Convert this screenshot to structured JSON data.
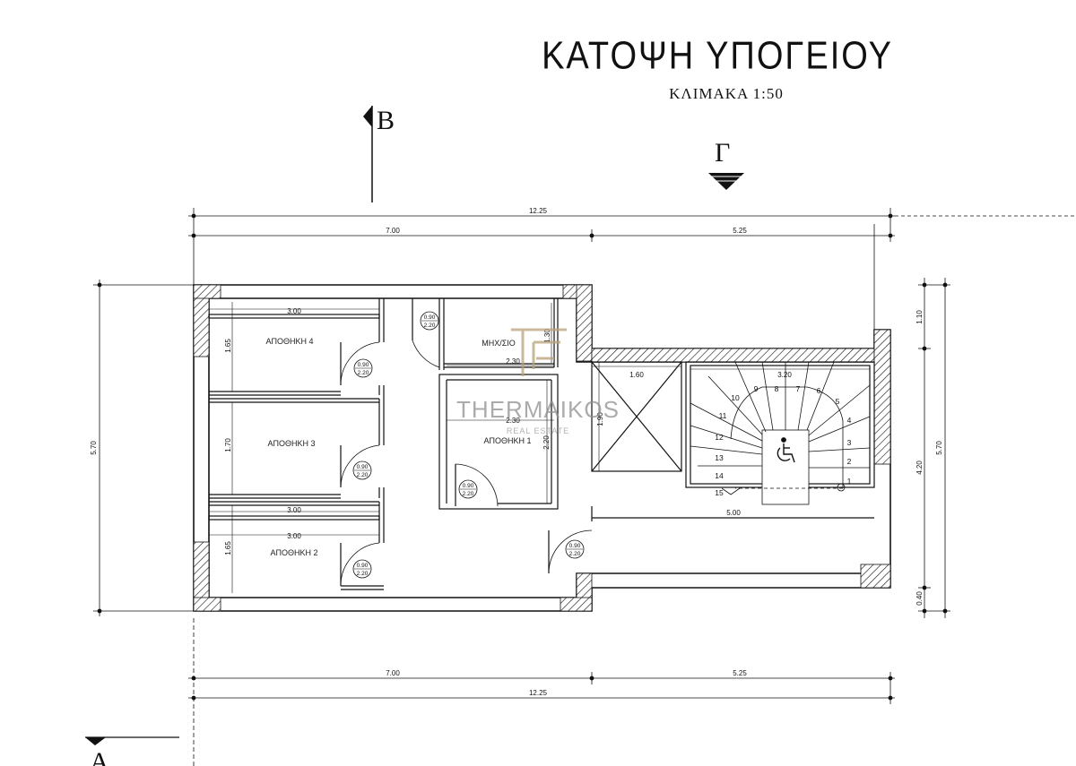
{
  "header": {
    "title": "ΚΑΤΟΨΗ ΥΠΟΓΕΙΟΥ",
    "scale": "ΚΛΙΜΑΚΑ 1:50"
  },
  "section_marks": {
    "b": "Β",
    "g": "Γ",
    "a": "Α"
  },
  "dimensions": {
    "top_total": "12.25",
    "top_left": "7.00",
    "top_right": "5.25",
    "bottom_total": "12.25",
    "bottom_left": "7.00",
    "bottom_right": "5.25",
    "left_height": "5.70",
    "right_height": "5.70",
    "right_seg_top": "1.10",
    "right_seg_mid": "4.20",
    "right_seg_bottom": "0.40",
    "store4_width": "3.00",
    "store4_height": "1.65",
    "store3_height": "1.70",
    "store2_width_a": "3.00",
    "store2_width_b": "3.00",
    "store2_height": "1.65",
    "mech_height": "1.30",
    "mech_width": "2.30",
    "store1_width": "2.30",
    "store1_height": "2.20",
    "landing_width": "1.60",
    "landing_height": "1.90",
    "stair_width": "3.20",
    "corridor_length": "5.00"
  },
  "rooms": {
    "store4": "ΑΠΟΘΗΚΗ 4",
    "store3": "ΑΠΟΘΗΚΗ 3",
    "store2": "ΑΠΟΘΗΚΗ 2",
    "store1": "ΑΠΟΘΗΚΗ 1",
    "mech": "ΜΗΧ/ΣΙΟ"
  },
  "doors": [
    {
      "w": "0.90",
      "h": "2.20"
    },
    {
      "w": "0.90",
      "h": "2.20"
    },
    {
      "w": "0.90",
      "h": "2.20"
    },
    {
      "w": "0.90",
      "h": "2.20"
    },
    {
      "w": "0.90",
      "h": "2.20"
    },
    {
      "w": "0.90",
      "h": "2.20"
    }
  ],
  "stairs": [
    "1",
    "2",
    "3",
    "4",
    "5",
    "6",
    "7",
    "8",
    "9",
    "10",
    "11",
    "12",
    "13",
    "14",
    "15"
  ],
  "watermark": {
    "brand": "THERMAIKOS",
    "sub": "REAL ESTATE",
    "accent": "#b8a27a"
  },
  "colors": {
    "line": "#111111",
    "watermark": "#8f8f8f"
  }
}
